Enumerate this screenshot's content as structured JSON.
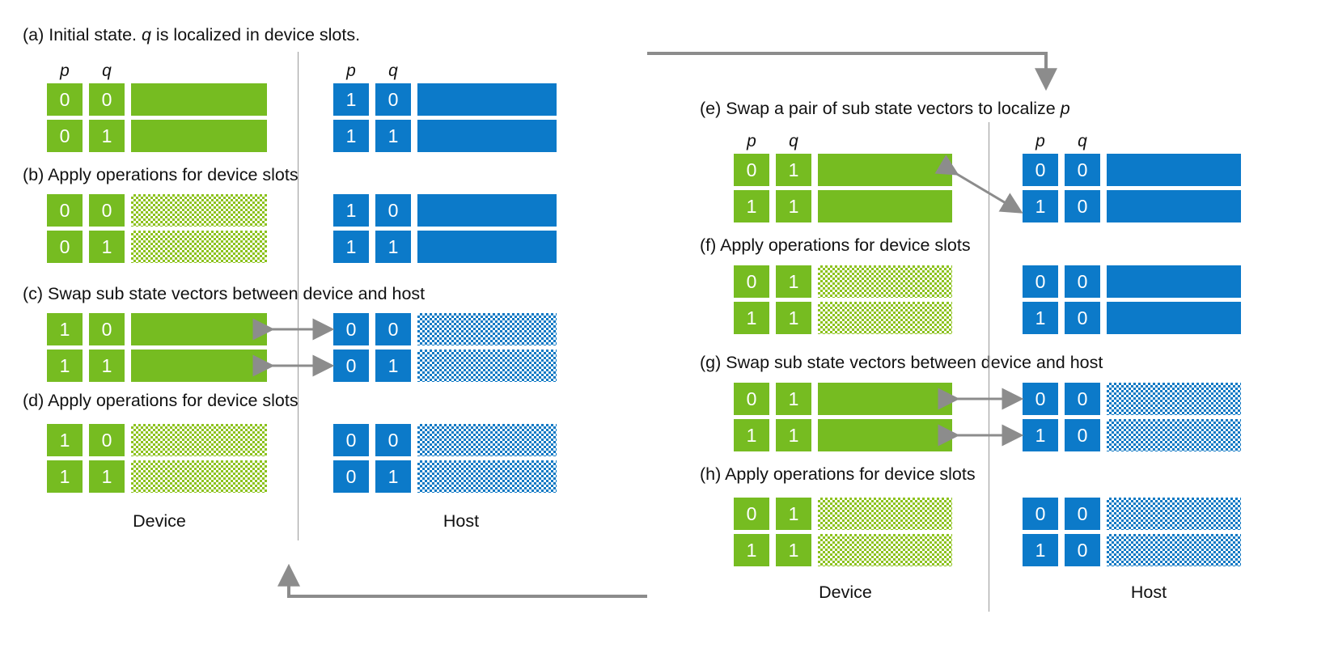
{
  "colors": {
    "device_green": "#76bc21",
    "host_blue": "#0c7ac9",
    "arrow_gray": "#8c8c8c",
    "divider_gray": "#9a9a9a",
    "hatch_green": "#8dc21f",
    "hatch_blue": "#1179c4"
  },
  "labels": {
    "p": "p",
    "q": "q",
    "device": "Device",
    "host": "Host"
  },
  "left_column": {
    "panels": [
      {
        "id": "a",
        "caption_prefix": "(a) Initial state. ",
        "caption_italic": "q",
        "caption_suffix": " is localized in device slots.",
        "show_headers": true,
        "device": {
          "rows": [
            {
              "p": "0",
              "q": "0",
              "bar_pattern": "solid"
            },
            {
              "p": "0",
              "q": "1",
              "bar_pattern": "solid"
            }
          ]
        },
        "host": {
          "rows": [
            {
              "p": "1",
              "q": "0",
              "bar_pattern": "solid"
            },
            {
              "p": "1",
              "q": "1",
              "bar_pattern": "solid"
            }
          ]
        },
        "arrows": "none"
      },
      {
        "id": "b",
        "caption_prefix": "(b) Apply operations for device slots",
        "caption_italic": "",
        "caption_suffix": "",
        "show_headers": false,
        "device": {
          "rows": [
            {
              "p": "0",
              "q": "0",
              "bar_pattern": "hatch"
            },
            {
              "p": "0",
              "q": "1",
              "bar_pattern": "hatch"
            }
          ]
        },
        "host": {
          "rows": [
            {
              "p": "1",
              "q": "0",
              "bar_pattern": "solid"
            },
            {
              "p": "1",
              "q": "1",
              "bar_pattern": "solid"
            }
          ]
        },
        "arrows": "none"
      },
      {
        "id": "c",
        "caption_prefix": "(c) Swap sub state vectors between device and host",
        "caption_italic": "",
        "caption_suffix": "",
        "show_headers": false,
        "device": {
          "rows": [
            {
              "p": "1",
              "q": "0",
              "bar_pattern": "solid"
            },
            {
              "p": "1",
              "q": "1",
              "bar_pattern": "solid"
            }
          ]
        },
        "host": {
          "rows": [
            {
              "p": "0",
              "q": "0",
              "bar_pattern": "hatch"
            },
            {
              "p": "0",
              "q": "1",
              "bar_pattern": "hatch"
            }
          ]
        },
        "arrows": "horizontal-double-both-rows"
      },
      {
        "id": "d",
        "caption_prefix": "(d) Apply operations for device slots",
        "caption_italic": "",
        "caption_suffix": "",
        "show_headers": false,
        "device": {
          "rows": [
            {
              "p": "1",
              "q": "0",
              "bar_pattern": "hatch"
            },
            {
              "p": "1",
              "q": "1",
              "bar_pattern": "hatch"
            }
          ]
        },
        "host": {
          "rows": [
            {
              "p": "0",
              "q": "0",
              "bar_pattern": "hatch"
            },
            {
              "p": "0",
              "q": "1",
              "bar_pattern": "hatch"
            }
          ]
        },
        "arrows": "none"
      }
    ]
  },
  "right_column": {
    "panels": [
      {
        "id": "e",
        "caption_prefix": "(e) Swap a pair of sub state vectors to localize ",
        "caption_italic": "p",
        "caption_suffix": "",
        "show_headers": true,
        "device": {
          "rows": [
            {
              "p": "0",
              "q": "1",
              "bar_pattern": "solid"
            },
            {
              "p": "1",
              "q": "1",
              "bar_pattern": "solid"
            }
          ]
        },
        "host": {
          "rows": [
            {
              "p": "0",
              "q": "0",
              "bar_pattern": "solid"
            },
            {
              "p": "1",
              "q": "0",
              "bar_pattern": "solid"
            }
          ]
        },
        "arrows": "diagonal-double"
      },
      {
        "id": "f",
        "caption_prefix": "(f) Apply operations for device slots",
        "caption_italic": "",
        "caption_suffix": "",
        "show_headers": false,
        "device": {
          "rows": [
            {
              "p": "0",
              "q": "1",
              "bar_pattern": "hatch"
            },
            {
              "p": "1",
              "q": "1",
              "bar_pattern": "hatch"
            }
          ]
        },
        "host": {
          "rows": [
            {
              "p": "0",
              "q": "0",
              "bar_pattern": "solid"
            },
            {
              "p": "1",
              "q": "0",
              "bar_pattern": "solid"
            }
          ]
        },
        "arrows": "none"
      },
      {
        "id": "g",
        "caption_prefix": "(g) Swap sub state vectors between device and host",
        "caption_italic": "",
        "caption_suffix": "",
        "show_headers": false,
        "device": {
          "rows": [
            {
              "p": "0",
              "q": "1",
              "bar_pattern": "solid"
            },
            {
              "p": "1",
              "q": "1",
              "bar_pattern": "solid"
            }
          ]
        },
        "host": {
          "rows": [
            {
              "p": "0",
              "q": "0",
              "bar_pattern": "hatch"
            },
            {
              "p": "1",
              "q": "0",
              "bar_pattern": "hatch"
            }
          ]
        },
        "arrows": "horizontal-double-both-rows"
      },
      {
        "id": "h",
        "caption_prefix": "(h) Apply operations for device slots",
        "caption_italic": "",
        "caption_suffix": "",
        "show_headers": false,
        "device": {
          "rows": [
            {
              "p": "0",
              "q": "1",
              "bar_pattern": "hatch"
            },
            {
              "p": "1",
              "q": "1",
              "bar_pattern": "hatch"
            }
          ]
        },
        "host": {
          "rows": [
            {
              "p": "0",
              "q": "0",
              "bar_pattern": "hatch"
            },
            {
              "p": "1",
              "q": "0",
              "bar_pattern": "hatch"
            }
          ]
        },
        "arrows": "none"
      }
    ]
  },
  "flow_arrows": {
    "top": "left-column-to-right-column",
    "bottom": "right-column-back-to-left-column"
  }
}
